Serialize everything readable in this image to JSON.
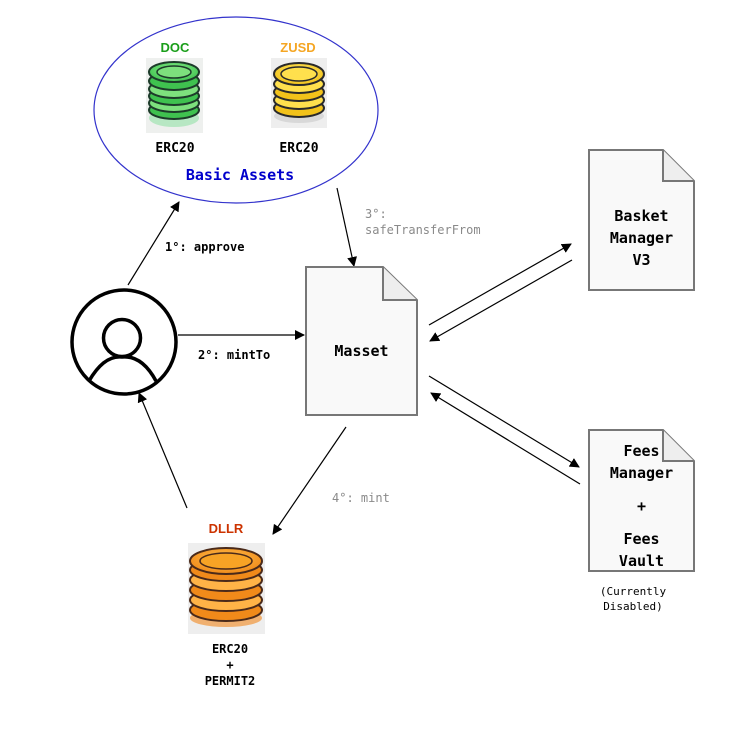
{
  "basic_assets": {
    "title": "Basic Assets",
    "title_color": "#0000cc",
    "ellipse_color": "#3333cc",
    "assets": [
      {
        "name": "DOC",
        "name_color": "#1a9e1a",
        "standard": "ERC20",
        "coin_color": "#5bd65b",
        "icon": "green-coin-stack-icon"
      },
      {
        "name": "ZUSD",
        "name_color": "#f5a623",
        "standard": "ERC20",
        "coin_color": "#f7d23a",
        "icon": "yellow-coin-stack-icon"
      }
    ]
  },
  "user": {
    "icon": "user-icon"
  },
  "steps": {
    "s1": "1°: approve",
    "s2": "2°: mintTo",
    "s3_line1": "3°:",
    "s3_line2": "safeTransferFrom",
    "s4": "4°: mint"
  },
  "contracts": {
    "masset": "Masset",
    "basket_manager": [
      "Basket",
      "Manager",
      "V3"
    ],
    "fees": [
      "Fees",
      "Manager",
      "+",
      "Fees",
      "Vault"
    ],
    "fees_note": [
      "(Currently",
      "Disabled)"
    ]
  },
  "dllr": {
    "name": "DLLR",
    "name_color": "#cc3300",
    "standard": [
      "ERC20",
      "+",
      "PERMIT2"
    ],
    "coin_color": "#f7a325",
    "icon": "orange-coin-stack-icon"
  }
}
